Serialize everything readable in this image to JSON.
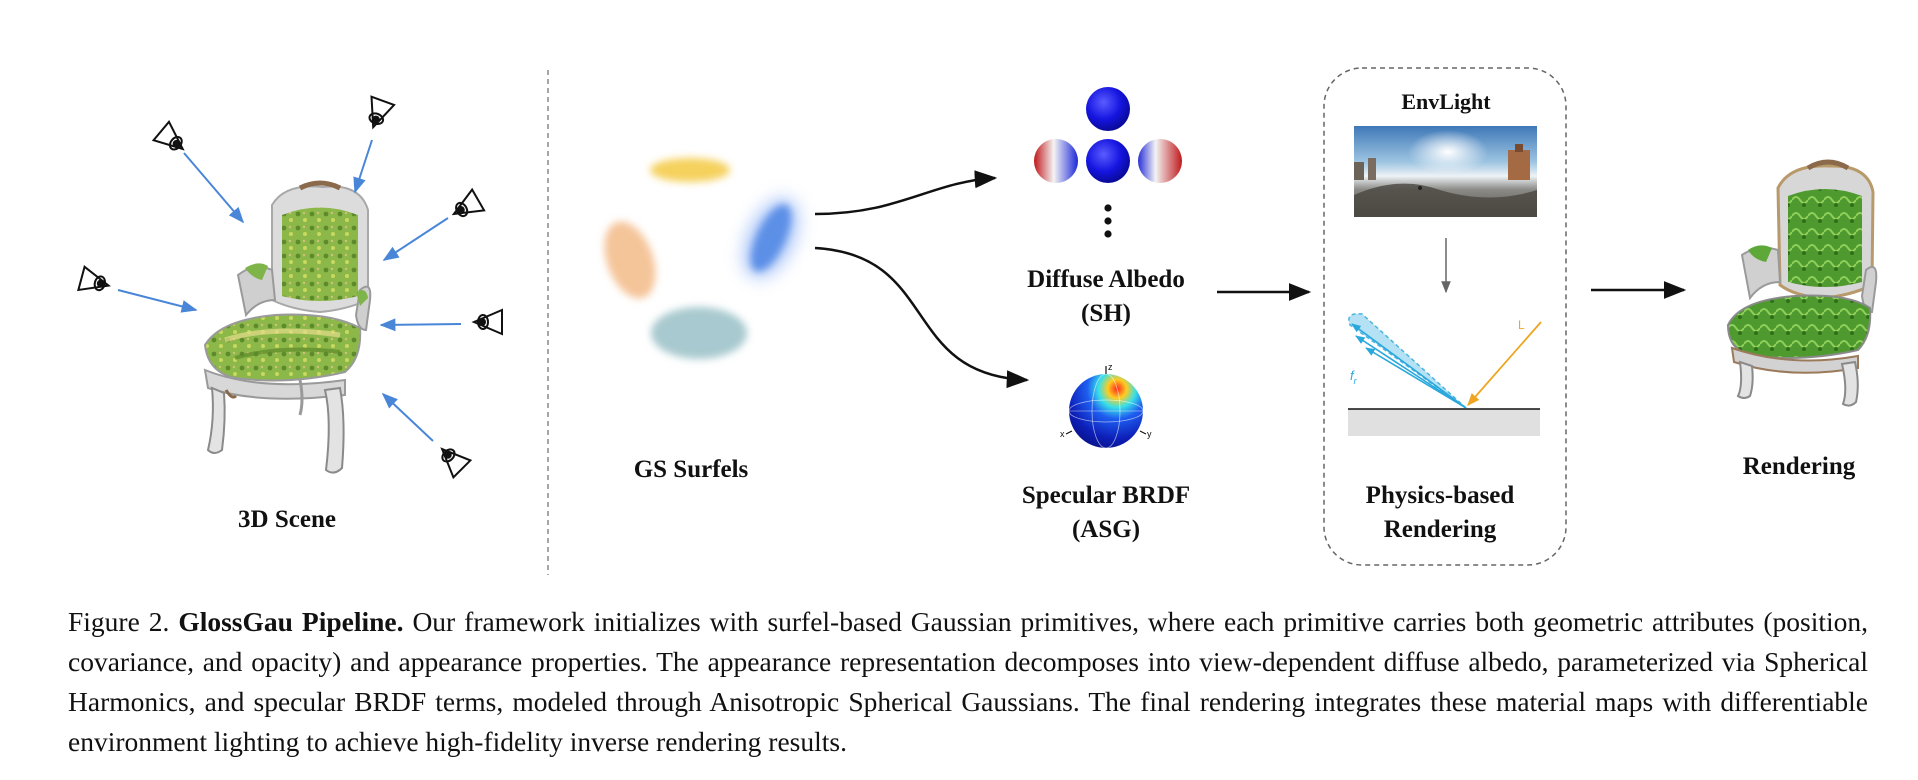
{
  "figure": {
    "labels": {
      "scene": "3D Scene",
      "surfels": "GS Surfels",
      "diffuse_line1": "Diffuse Albedo",
      "diffuse_line2": "(SH)",
      "specular_line1": "Specular BRDF",
      "specular_line2": "(ASG)",
      "envlight": "EnvLight",
      "pbr_line1": "Physics-based",
      "pbr_line2": "Rendering",
      "rendering": "Rendering",
      "incident_light": "L",
      "brdf_lobe": "f",
      "brdf_lobe_sub": "r",
      "axis_z": "z",
      "axis_x": "x",
      "axis_y": "y"
    },
    "colors": {
      "camera_arrow": "#4a86d8",
      "surfel_yellow": "#f5cf55",
      "surfel_orange": "#f5c59a",
      "surfel_blue": "#5b8fe6",
      "surfel_teal": "#a7c9cf",
      "lobe_fill": "#a8dcf2",
      "lobe_stroke": "#2aa8dc",
      "incident_ray": "#f0a521",
      "ground": "#e0e0e0"
    },
    "icons": [
      "eye-camera-icon",
      "sh-sphere-icon",
      "asg-sphere-icon",
      "envmap-panorama",
      "chair-point-cloud",
      "rendered-chair"
    ]
  },
  "caption": {
    "prefix": "Figure 2. ",
    "title": "GlossGau Pipeline.",
    "body": " Our framework initializes with surfel-based Gaussian primitives, where each primitive carries both geometric attributes (position, covariance, and opacity) and appearance properties. The appearance representation decomposes into view-dependent diffuse albedo, parameterized via Spherical Harmonics, and specular BRDF terms, modeled through Anisotropic Spherical Gaussians. The final rendering integrates these material maps with differentiable environment lighting to achieve high-fidelity inverse rendering results."
  }
}
